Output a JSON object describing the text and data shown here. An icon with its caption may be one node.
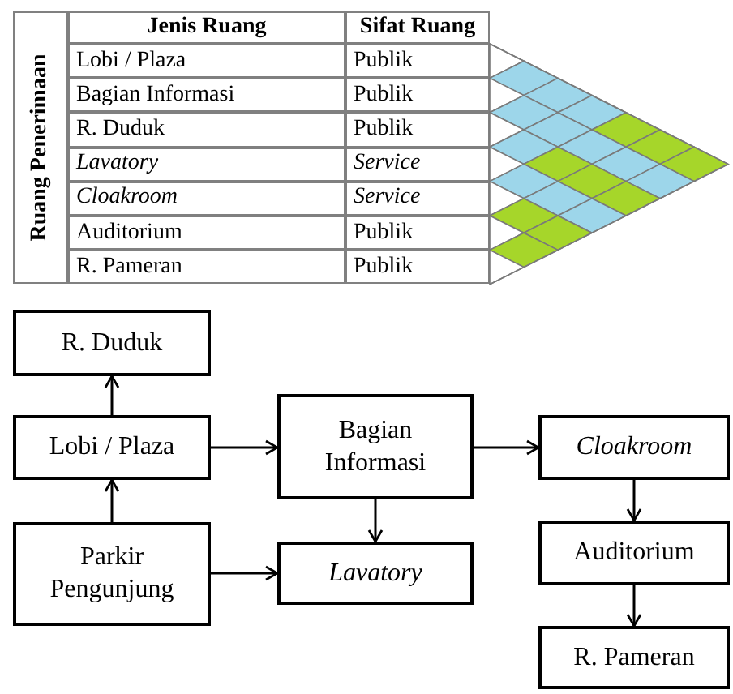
{
  "diagram": {
    "nodes": [
      {
        "text": [
          "R. Duduk"
        ]
      },
      {
        "text": [
          "Lobi / Plaza"
        ]
      },
      {
        "text": [
          "Bagian Informasi"
        ]
      },
      {
        "text": [
          "Cloakroom"
        ]
      },
      {
        "text": [
          "Parkir Pengunjung"
        ]
      },
      {
        "text": [
          "Lavatory"
        ]
      },
      {
        "text": [
          "Auditorium"
        ]
      },
      {
        "text": [
          "R. Pameran"
        ]
      }
    ],
    "edges": [
      {
        "from": 1,
        "to": 0,
        "arrow": "to"
      },
      {
        "from": 4,
        "to": 1,
        "arrow": "to"
      },
      {
        "from": 1,
        "to": 2,
        "arrow": "to"
      },
      {
        "from": 2,
        "to": 3,
        "arrow": "to"
      },
      {
        "from": 2,
        "to": 5,
        "arrow": "to"
      },
      {
        "from": 4,
        "to": 5,
        "arrow": "to"
      },
      {
        "from": 3,
        "to": 6,
        "arrow": "to"
      },
      {
        "from": 6,
        "to": 7,
        "arrow": "to"
      }
    ],
    "labels": [
      "Ruang Penerimaan",
      "Jenis Ruang",
      "Sifat Ruang",
      "Lobi / Plaza",
      "Publik",
      "Bagian Informasi",
      "Publik",
      "R. Duduk",
      "Publik",
      "Lavatory",
      "Service",
      "Cloakroom",
      "Service",
      "Auditorium",
      "Publik",
      "R. Pameran",
      "Publik"
    ]
  }
}
